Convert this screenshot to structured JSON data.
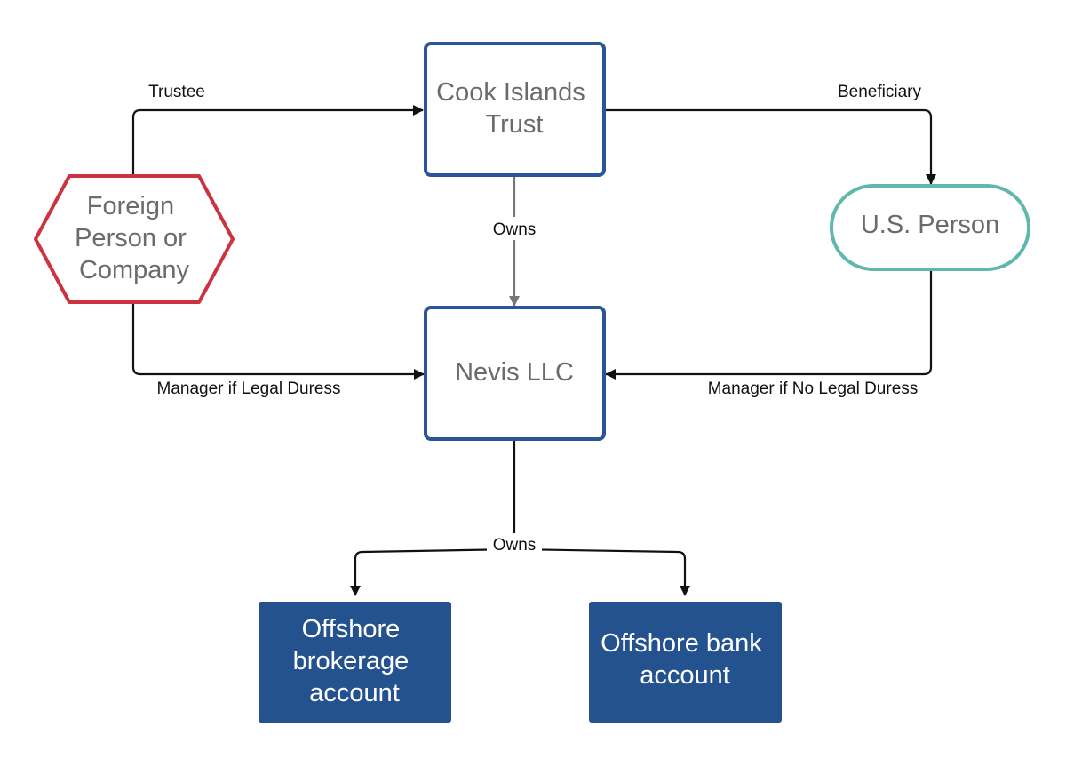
{
  "colors": {
    "trust_border": "#2a5699",
    "llc_border": "#2a5699",
    "foreign_border": "#cc3340",
    "us_person_border": "#5fb8ab",
    "account_fill": "#24528f",
    "edge_black": "#111111",
    "edge_gray": "#777777"
  },
  "nodes": {
    "trust": {
      "lines": [
        "Cook Islands",
        "Trust"
      ]
    },
    "foreign": {
      "lines": [
        "Foreign",
        "Person or",
        "Company"
      ]
    },
    "us_person": {
      "lines": [
        "U.S. Person"
      ]
    },
    "llc": {
      "lines": [
        "Nevis LLC"
      ]
    },
    "brokerage": {
      "lines": [
        "Offshore",
        "brokerage",
        "account"
      ]
    },
    "bank": {
      "lines": [
        "Offshore bank",
        "account"
      ]
    }
  },
  "edges": {
    "trustee": "Trustee",
    "beneficiary": "Beneficiary",
    "trust_owns": "Owns",
    "manager_legal_duress": "Manager if Legal Duress",
    "manager_no_legal_duress": "Manager if No Legal Duress",
    "llc_owns": "Owns"
  }
}
